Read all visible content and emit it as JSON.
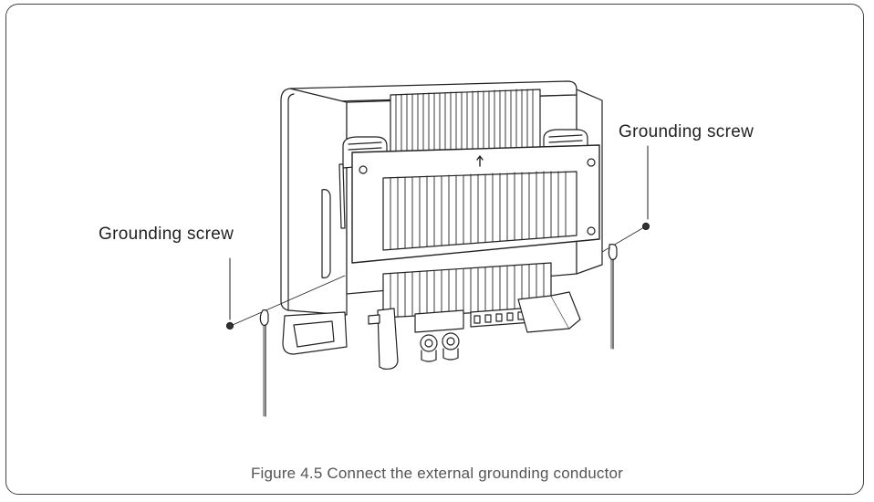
{
  "figure": {
    "labels": {
      "right": "Grounding screw",
      "left": "Grounding screw"
    },
    "caption": "Figure 4.5 Connect the external grounding conductor"
  }
}
